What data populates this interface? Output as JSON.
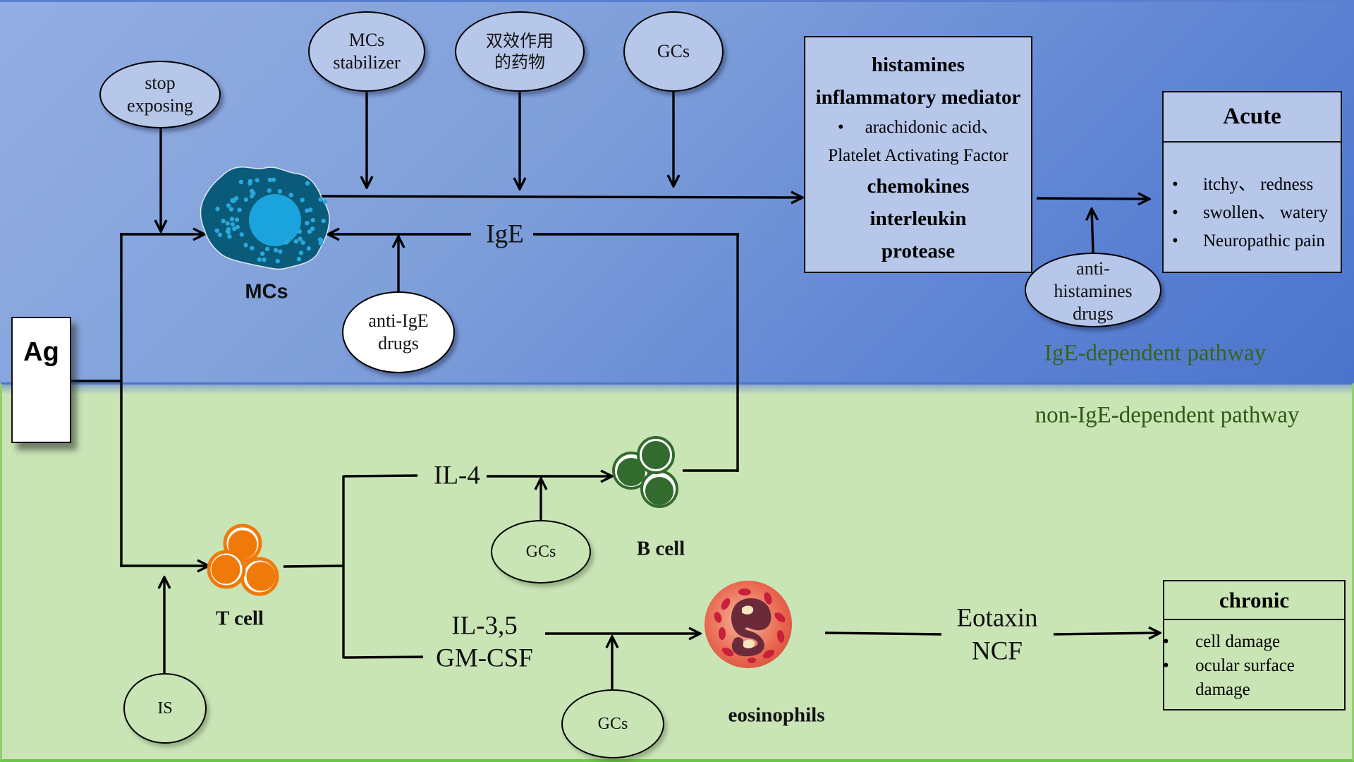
{
  "diagram": {
    "regions": {
      "top": {
        "label": "IgE-dependent pathway",
        "color": "#6f92d8"
      },
      "bottom": {
        "label": "non-IgE-dependent pathway",
        "color": "#c9e4b5"
      }
    },
    "antigen": {
      "label": "Ag"
    },
    "cells": {
      "mast_cells": {
        "label": "MCs",
        "color": "#0a5a7a"
      },
      "t_cell": {
        "label": "T cell",
        "color": "#ef7a0a"
      },
      "b_cell": {
        "label": "B cell",
        "color": "#336b2e"
      },
      "eosinophils": {
        "label": "eosinophils",
        "color": "#e2634a"
      }
    },
    "interventions": {
      "stop_exposing": [
        "stop",
        "exposing"
      ],
      "mcs_stabilizer": [
        "MCs",
        "stabilizer"
      ],
      "dual_action": [
        "双效作用",
        "的药物"
      ],
      "gcs_top": [
        "GCs"
      ],
      "anti_ige": [
        "anti-IgE",
        "drugs"
      ],
      "anti_histamines": [
        "anti-",
        "histamines",
        "drugs"
      ],
      "gcs_il4": [
        "GCs"
      ],
      "gcs_il35": [
        "GCs"
      ],
      "is": [
        "IS"
      ]
    },
    "signals": {
      "ige": "IgE",
      "il4": "IL-4",
      "il35": "IL-3,5",
      "gmcsf": "GM-CSF",
      "eotaxin": "Eotaxin",
      "ncf": "NCF"
    },
    "mediators": {
      "items": [
        {
          "text": "histamines",
          "bold": true
        },
        {
          "text": "inflammatory mediator",
          "bold": true
        },
        {
          "text": "arachidonic acid、",
          "bold": false,
          "bullet": true
        },
        {
          "text": "Platelet Activating Factor",
          "bold": false
        },
        {
          "text": "chemokines",
          "bold": true
        },
        {
          "text": "interleukin",
          "bold": true
        },
        {
          "text": "protease",
          "bold": true
        }
      ]
    },
    "outcomes": {
      "acute": {
        "title": "Acute",
        "items": [
          "itchy、 redness",
          "swollen、 watery",
          "Neuropathic pain"
        ]
      },
      "chronic": {
        "title": "chronic",
        "items": [
          "cell damage",
          "ocular surface",
          "damage"
        ]
      }
    }
  }
}
